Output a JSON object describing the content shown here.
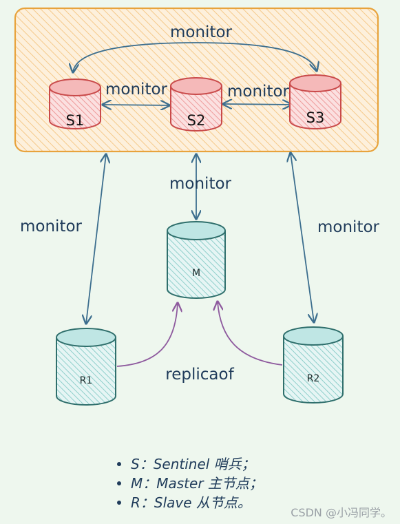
{
  "labels": {
    "monitor_top": "monitor",
    "monitor_s1_s2": "monitor",
    "monitor_s2_s3": "monitor",
    "monitor_s2_m": "monitor",
    "monitor_left": "monitor",
    "monitor_right": "monitor",
    "replicaof": "replicaof"
  },
  "nodes": {
    "s1": "S1",
    "s2": "S2",
    "s3": "S3",
    "m": "M",
    "r1": "R1",
    "r2": "R2"
  },
  "legend": [
    "S：Sentinel 哨兵；",
    "M：Master 主节点；",
    "R：Slave 从节点。"
  ],
  "watermark": "CSDN @小冯同学。",
  "colors": {
    "sentinel_fill": "#f2a6a6",
    "sentinel_stroke": "#c94a4a",
    "data_fill": "#9fd6d4",
    "data_stroke": "#2f6f6c",
    "group_fill": "#fbe3c0",
    "group_stroke": "#e8a33c",
    "monitor_line": "#3c6e8e",
    "replica_line": "#8e5a9e"
  }
}
